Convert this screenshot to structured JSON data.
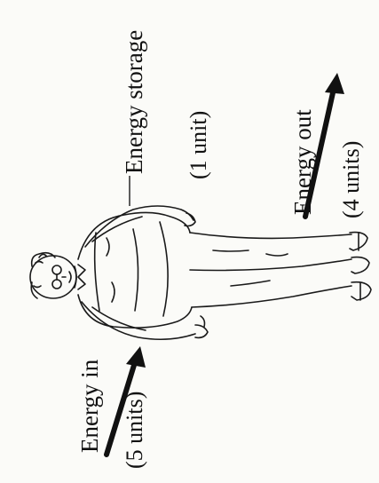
{
  "labels": {
    "energy_storage": "Energy storage",
    "storage_amount": "(1 unit)",
    "energy_out": "Energy out",
    "out_amount": "(4 units)",
    "energy_in": "Energy in",
    "in_amount": "(5 units)"
  },
  "colors": {
    "ink": "#111111",
    "paper": "#fbfbf8"
  }
}
